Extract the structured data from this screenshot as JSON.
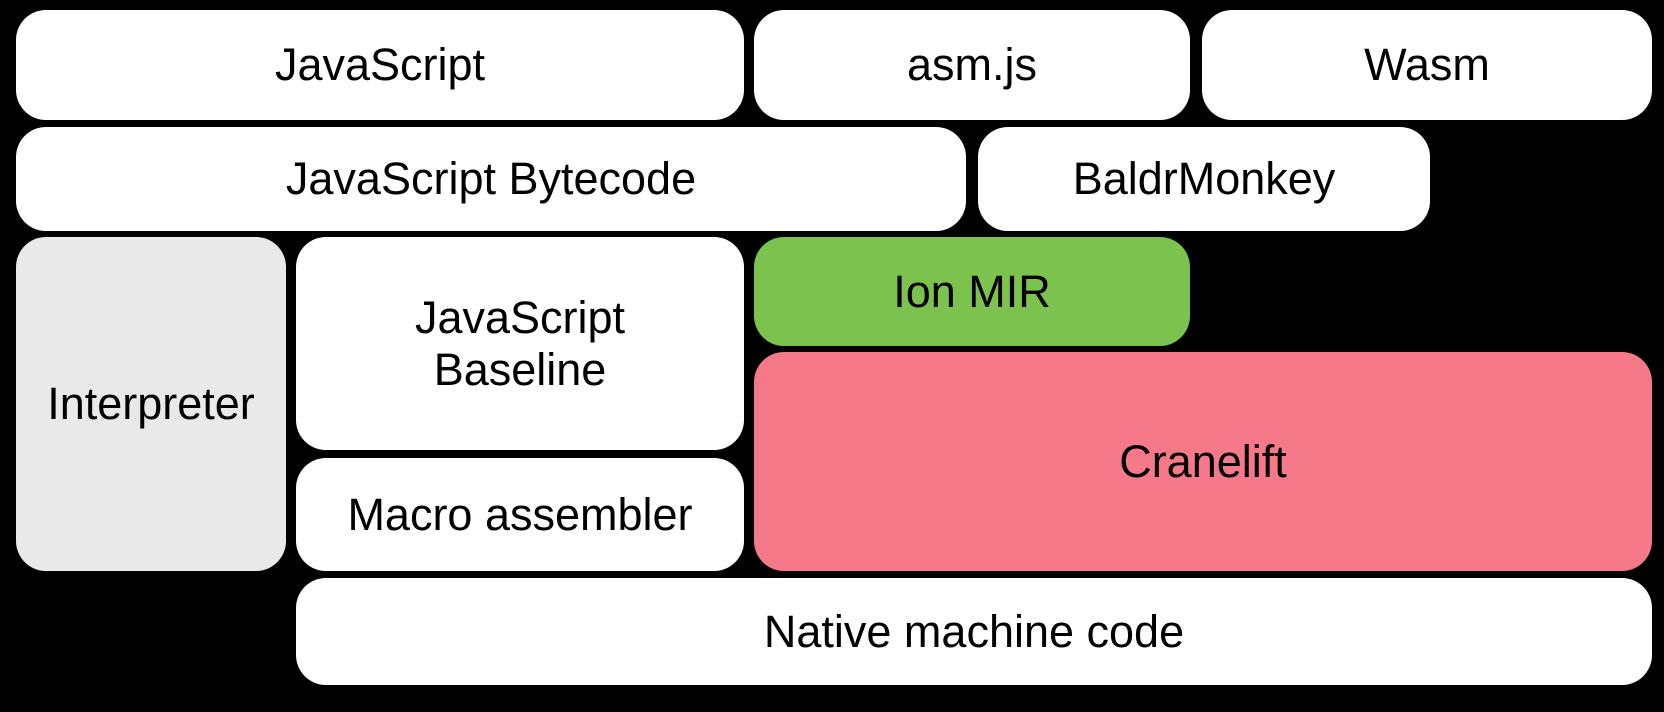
{
  "colors": {
    "background": "#000000",
    "text": "#000000",
    "white": "#ffffff",
    "gray": "#e9e9e9",
    "green": "#7cc24f",
    "pink": "#f6798a"
  },
  "diagram": {
    "boxes": {
      "javascript": {
        "label": "JavaScript",
        "fill": "white"
      },
      "asmjs": {
        "label": "asm.js",
        "fill": "white"
      },
      "wasm": {
        "label": "Wasm",
        "fill": "white"
      },
      "bytecode": {
        "label": "JavaScript Bytecode",
        "fill": "white"
      },
      "baldrmonkey": {
        "label": "BaldrMonkey",
        "fill": "white"
      },
      "interpreter": {
        "label": "Interpreter",
        "fill": "gray"
      },
      "baseline": {
        "label": "JavaScript Baseline",
        "fill": "white"
      },
      "ionmir": {
        "label": "Ion MIR",
        "fill": "green"
      },
      "cranelift": {
        "label": "Cranelift",
        "fill": "pink"
      },
      "macro": {
        "label": "Macro assembler",
        "fill": "white"
      },
      "native": {
        "label": "Native machine code",
        "fill": "white"
      }
    }
  }
}
